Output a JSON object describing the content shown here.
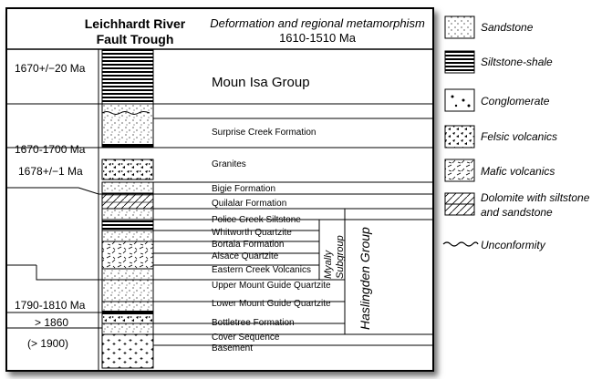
{
  "header": {
    "left_title_line1": "Leichhardt River",
    "left_title_line2": "Fault Trough",
    "right_title": "Deformation and regional metamorphism",
    "right_date": "1610-1510 Ma"
  },
  "ages": [
    "1670+/−20 Ma",
    "1670-1700 Ma",
    "1678+/−1 Ma",
    "1790-1810 Ma",
    "> 1860",
    "(> 1900)"
  ],
  "group_label": "Moun Isa Group",
  "formations": [
    "Surprise Creek Formation",
    "Granites",
    "Bigie Formation",
    "Quilalar Formation",
    "Police Creek Siltstone",
    "Whitworth Quartzite",
    "Bortala Formation",
    "Alsace Quartzite",
    "Eastern Creek Volcanics",
    "Upper Mount Guide Quartzite",
    "Lower Mount Guide Quartzite",
    "Bottletree Formation",
    "Cover Sequence",
    "Basement"
  ],
  "subgroup_line1": "Myally",
  "subgroup_line2": "Subgroup",
  "haslingden_label": "Haslingden Group",
  "legend": [
    {
      "icon": "sandstone-icon",
      "label": "Sandstone"
    },
    {
      "icon": "siltstone-shale-icon",
      "label": "Siltstone-shale"
    },
    {
      "icon": "conglomerate-icon",
      "label": "Conglomerate"
    },
    {
      "icon": "felsic-volcanics-icon",
      "label": "Felsic volcanics"
    },
    {
      "icon": "mafic-volcanics-icon",
      "label": "Mafic volcanics"
    },
    {
      "icon": "dolomite-icon",
      "label": "Dolomite with siltstone"
    },
    {
      "icon": "dolomite-icon-line2",
      "label": "and sandstone"
    },
    {
      "icon": "unconformity-icon",
      "label": "Unconformity"
    }
  ]
}
